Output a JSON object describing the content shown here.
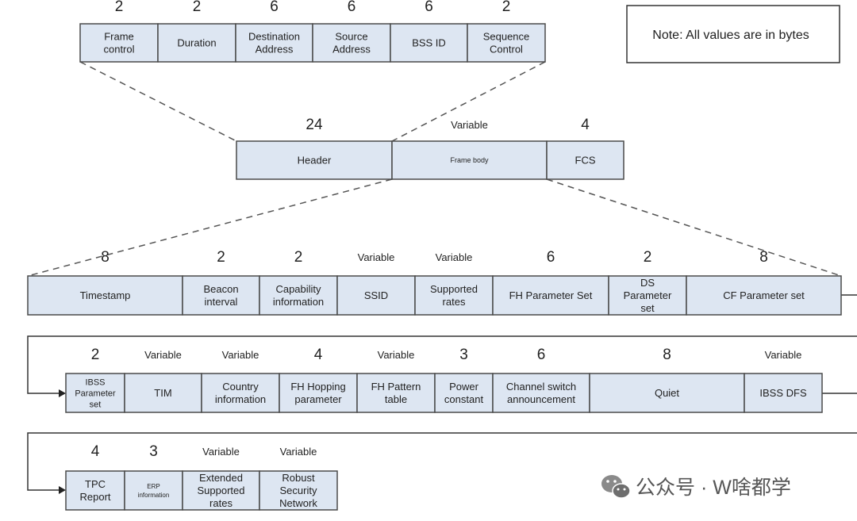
{
  "note": "Note: All values are in bytes",
  "rows": [
    {
      "id": "header-fields",
      "cells": [
        {
          "label": [
            "Frame",
            "control"
          ],
          "size": "2"
        },
        {
          "label": [
            "Duration"
          ],
          "size": "2"
        },
        {
          "label": [
            "Destination",
            "Address"
          ],
          "size": "6"
        },
        {
          "label": [
            "Source",
            "Address"
          ],
          "size": "6"
        },
        {
          "label": [
            "BSS ID"
          ],
          "size": "6"
        },
        {
          "label": [
            "Sequence",
            "Control"
          ],
          "size": "2"
        }
      ]
    },
    {
      "id": "frame",
      "cells": [
        {
          "label": [
            "Header"
          ],
          "size": "24"
        },
        {
          "label": [
            "Frame body"
          ],
          "size": "Variable"
        },
        {
          "label": [
            "FCS"
          ],
          "size": "4"
        }
      ]
    },
    {
      "id": "body-row-1",
      "cells": [
        {
          "label": [
            "Timestamp"
          ],
          "size": "8"
        },
        {
          "label": [
            "Beacon",
            "interval"
          ],
          "size": "2"
        },
        {
          "label": [
            "Capability",
            "information"
          ],
          "size": "2"
        },
        {
          "label": [
            "SSID"
          ],
          "size": "Variable"
        },
        {
          "label": [
            "Supported",
            "rates"
          ],
          "size": "Variable"
        },
        {
          "label": [
            "FH Parameter Set"
          ],
          "size": "6"
        },
        {
          "label": [
            "DS",
            "Parameter",
            "set"
          ],
          "size": "2"
        },
        {
          "label": [
            "CF Parameter set"
          ],
          "size": "8"
        }
      ]
    },
    {
      "id": "body-row-2",
      "cells": [
        {
          "label": [
            "IBSS",
            "Parameter",
            "set"
          ],
          "size": "2"
        },
        {
          "label": [
            "TIM"
          ],
          "size": "Variable"
        },
        {
          "label": [
            "Country",
            "information"
          ],
          "size": "Variable"
        },
        {
          "label": [
            "FH Hopping",
            "parameter"
          ],
          "size": "4"
        },
        {
          "label": [
            "FH Pattern",
            "table"
          ],
          "size": "Variable"
        },
        {
          "label": [
            "Power",
            "constant"
          ],
          "size": "3"
        },
        {
          "label": [
            "Channel switch",
            "announcement"
          ],
          "size": "6"
        },
        {
          "label": [
            "Quiet"
          ],
          "size": "8"
        },
        {
          "label": [
            "IBSS DFS"
          ],
          "size": "Variable"
        }
      ]
    },
    {
      "id": "body-row-3",
      "cells": [
        {
          "label": [
            "TPC",
            "Report"
          ],
          "size": "4"
        },
        {
          "label": [
            "ERP",
            "information"
          ],
          "size": "3"
        },
        {
          "label": [
            "Extended",
            "Supported",
            "rates"
          ],
          "size": "Variable"
        },
        {
          "label": [
            "Robust",
            "Security",
            "Network"
          ],
          "size": "Variable"
        }
      ]
    }
  ],
  "watermark": "公众号 · W啥都学"
}
